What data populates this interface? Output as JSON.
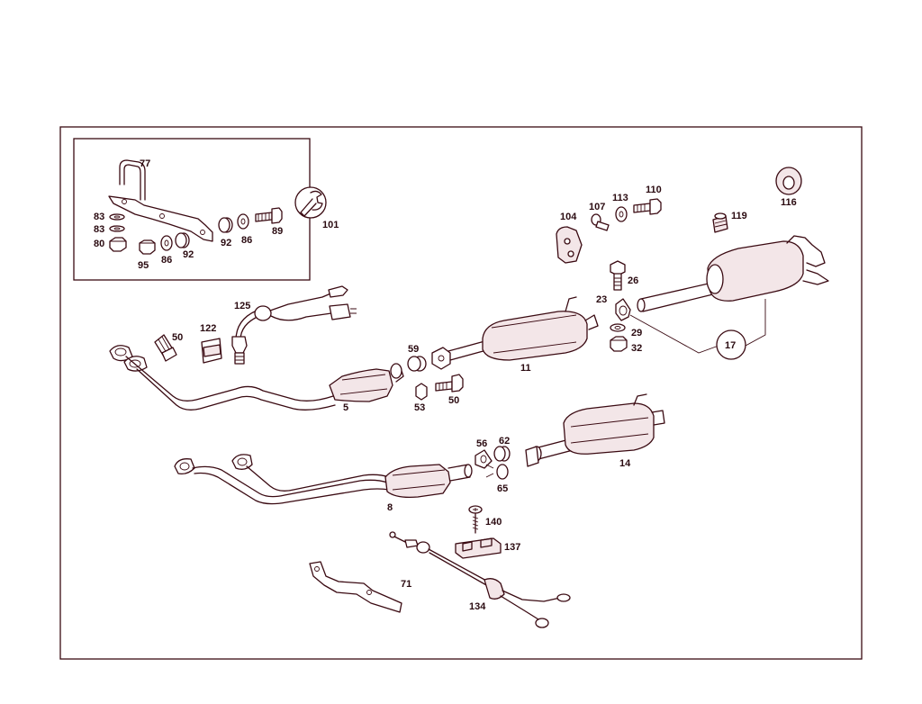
{
  "diagram": {
    "accent_color": "#8a1c2c",
    "parts": {
      "p77": "77",
      "p83a": "83",
      "p83b": "83",
      "p80": "80",
      "p95": "95",
      "p86a": "86",
      "p92a": "92",
      "p92b": "92",
      "p86b": "86",
      "p89": "89",
      "p101": "101",
      "p125": "125",
      "p122": "122",
      "p50a": "50",
      "p5": "5",
      "p59": "59",
      "p53": "53",
      "p50b": "50",
      "p104": "104",
      "p107": "107",
      "p113": "113",
      "p110": "110",
      "p119": "119",
      "p116": "116",
      "p26": "26",
      "p23": "23",
      "p29": "29",
      "p32": "32",
      "p17": "17",
      "p11": "11",
      "p56": "56",
      "p62": "62",
      "p65": "65",
      "p14": "14",
      "p8": "8",
      "p140": "140",
      "p137": "137",
      "p71": "71",
      "p134": "134"
    }
  }
}
